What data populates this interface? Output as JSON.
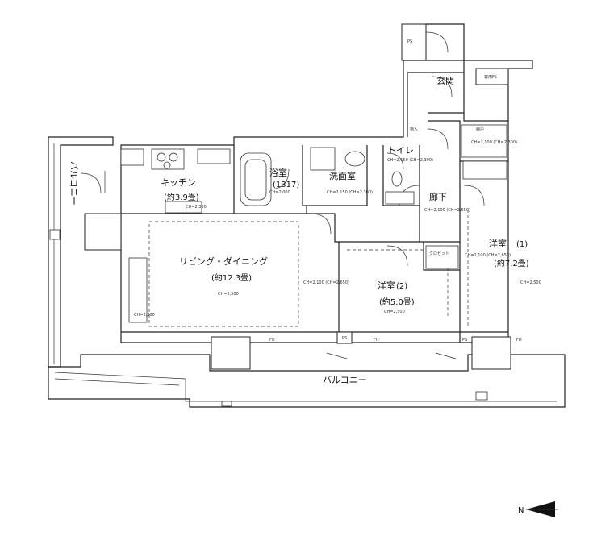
{
  "rooms": {
    "balcony_left": "バルコニー",
    "kitchen": "キッチン",
    "kitchen_size": "(約3.9畳)",
    "bath": "浴室",
    "bath_size": "(1317)",
    "washroom": "洗面室",
    "toilet": "トイレ",
    "entrance": "玄関",
    "corridor": "廊下",
    "living": "リビング・ダイニング",
    "living_size": "(約12.3畳)",
    "western2": "洋室",
    "western2_num": "(2)",
    "western2_size": "(約5.0畳)",
    "western1": "洋室",
    "western1_num": "(1)",
    "western1_size": "(約7.2畳)",
    "balcony_bottom": "バルコニー"
  },
  "small_labels": {
    "ps_top": "PS",
    "ps_bottom_left": "PS",
    "ps_bottom_right": "PS",
    "fs": "専用FS",
    "storage": "納戸",
    "shoe": "物入",
    "closet": "クロゼット",
    "fh_left": "FH",
    "fh_mid": "FH",
    "fh_right": "FH"
  },
  "ceiling_heights": {
    "kitchen": "CH=2,300",
    "bath": "CH=2,000",
    "washroom": "CH=2,150 (CH=2,300)",
    "toilet": "CH=2,150 (CH=2,300)",
    "corridor": "CH=2,100 (CH=2,650)",
    "living": "CH=2,500",
    "living_side": "CH=2,100 (CH=2,650)",
    "western2": "CH=2,500",
    "western1": "CH=2,100 (CH=2,650)",
    "western1_side": "CH=2,500",
    "below": "CH=2,300",
    "storage": "CH=2,100 (CH=2,300)"
  },
  "compass": {
    "label": "N"
  },
  "colors": {
    "line": "#222222",
    "background": "#ffffff"
  }
}
